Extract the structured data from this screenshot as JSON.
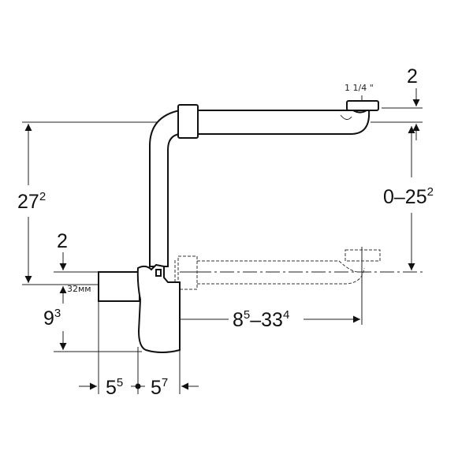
{
  "diagram": {
    "title": "Siphon dimension drawing",
    "labels": {
      "outlet_thread": "1 1/4 \"",
      "inlet_size": "32мм",
      "cap_offset": "2",
      "inlet_offset": "2",
      "total_height": {
        "base": "27",
        "sup": "2"
      },
      "adjust_height": {
        "base": "0–25",
        "sup": "2"
      },
      "inlet_height": {
        "base": "9",
        "sup": "3"
      },
      "adjust_length": {
        "base1": "8",
        "sup1": "5",
        "sep": "–",
        "base2": "33",
        "sup2": "4"
      },
      "left_width": {
        "base": "5",
        "sup": "5"
      },
      "right_width": {
        "base": "5",
        "sup": "7"
      }
    }
  }
}
